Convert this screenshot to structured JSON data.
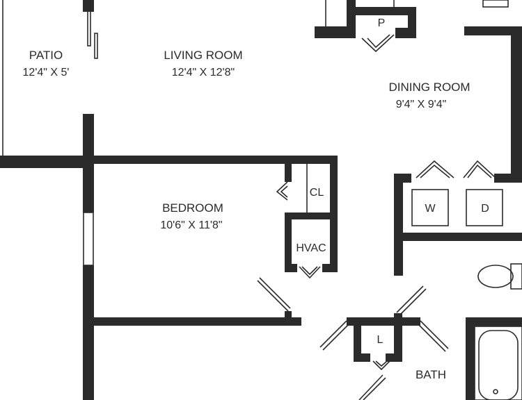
{
  "rooms": {
    "patio": {
      "name": "PATIO",
      "dims": "12'4\" X 5'"
    },
    "living_room": {
      "name": "LIVING ROOM",
      "dims": "12'4\" X 12'8\""
    },
    "dining_room": {
      "name": "DINING ROOM",
      "dims": "9'4\" X 9'4\""
    },
    "bedroom": {
      "name": "BEDROOM",
      "dims": "10'6\" X 11'8\""
    },
    "bath": {
      "name": "BATH"
    }
  },
  "fixtures": {
    "pantry": "P",
    "closet": "CL",
    "hvac": "HVAC",
    "washer": "W",
    "dryer": "D",
    "linen": "L"
  },
  "colors": {
    "wall": "#2b2b2b",
    "line": "#2b2b2b",
    "text": "#2a2a2a",
    "background": "#ffffff"
  }
}
